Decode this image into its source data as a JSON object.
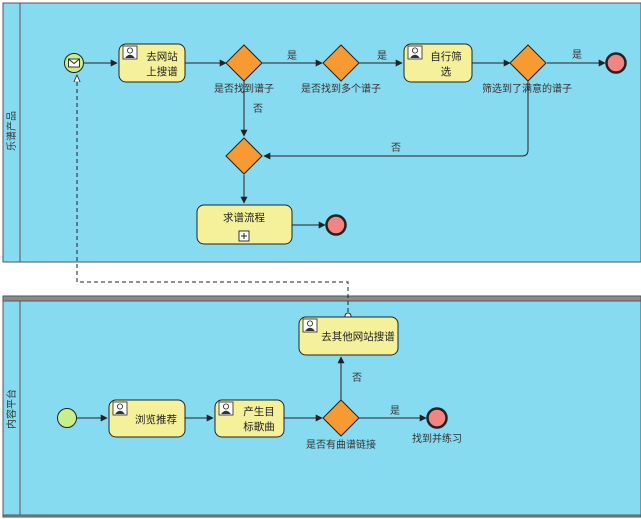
{
  "pools": [
    {
      "id": "pool-top",
      "title": "乐谱产品"
    },
    {
      "id": "pool-bottom",
      "title": "内容平台"
    }
  ],
  "tasks": {
    "t1": [
      "去网站",
      "上搜谱"
    ],
    "t2": [
      "自行筛",
      "选"
    ],
    "t3": [
      "求谱流程"
    ],
    "t4": [
      "去其他网站搜谱"
    ],
    "t5": [
      "浏览推荐"
    ],
    "t6": [
      "产生目",
      "标歌曲"
    ]
  },
  "gateways": {
    "g1": "是否找到谱子",
    "g2": "是否找到多个谱子",
    "g3": "筛选到了满意的谱子",
    "g5": "是否有曲谱链接"
  },
  "flow_labels": {
    "g1_yes": "是",
    "g2_yes": "是",
    "g3_yes": "是",
    "g1_no": "否",
    "g3_no": "否",
    "g5_no": "否",
    "g5_yes": "是"
  },
  "end_labels": {
    "e4": "找到并练习"
  },
  "colors": {
    "lane_fill": "#87dbf1",
    "task_fill": "#f5f09a",
    "gateway_fill": "#f79a32",
    "start_fill": "#c8f08a",
    "end_fill": "#f28583",
    "stroke": "#222222"
  }
}
